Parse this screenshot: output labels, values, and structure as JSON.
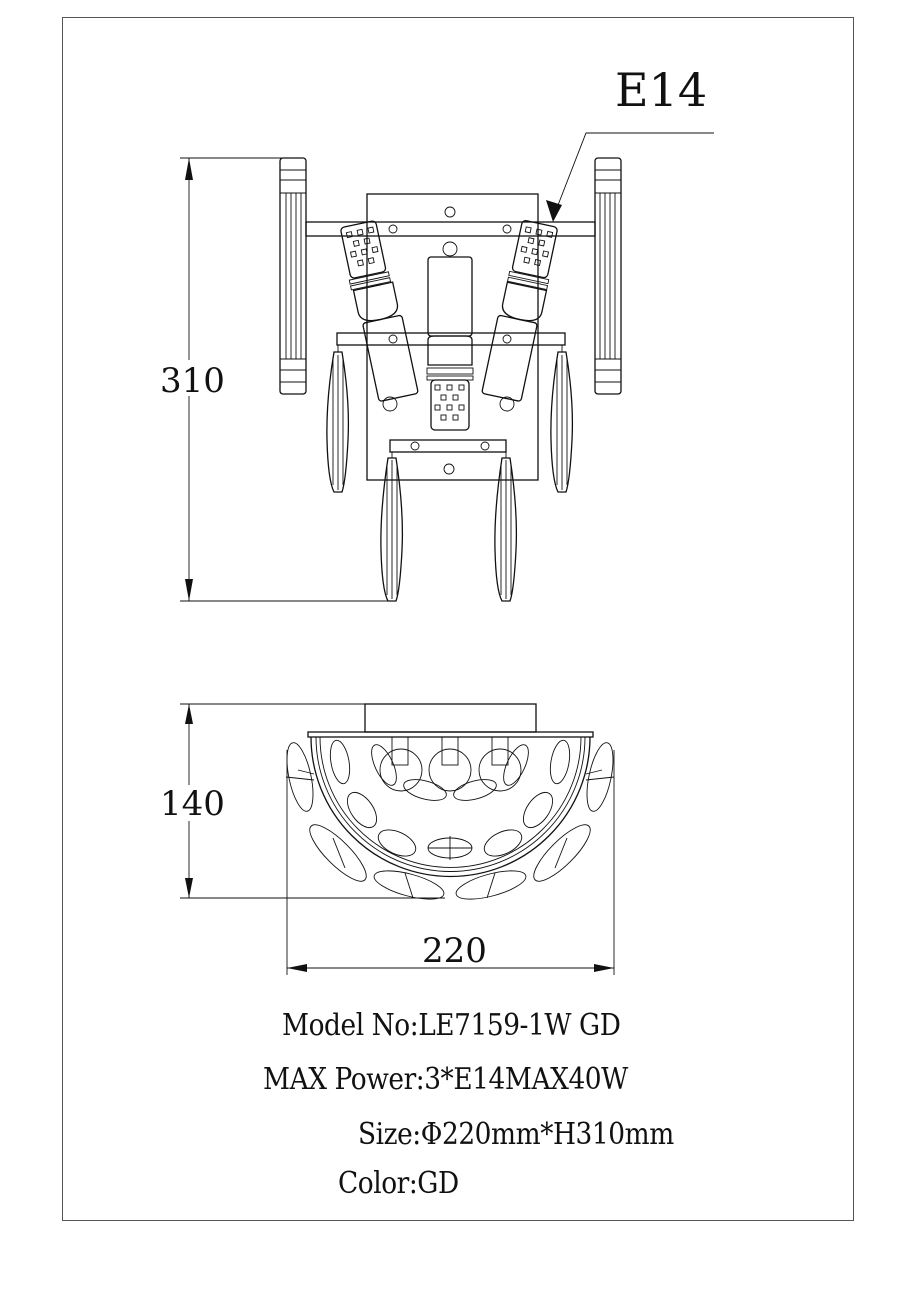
{
  "drawing": {
    "callout_label": "E14",
    "front_view": {
      "height_dimension": "310"
    },
    "top_view": {
      "depth_dimension": "140",
      "width_dimension": "220"
    }
  },
  "specs": {
    "model": "Model No:LE7159-1W GD",
    "max_power": "MAX Power:3*E14MAX40W",
    "size": "Size:Φ220mm*H310mm",
    "color": "Color:GD"
  },
  "colors": {
    "line": "#111111",
    "border": "#555555",
    "background": "#ffffff"
  }
}
